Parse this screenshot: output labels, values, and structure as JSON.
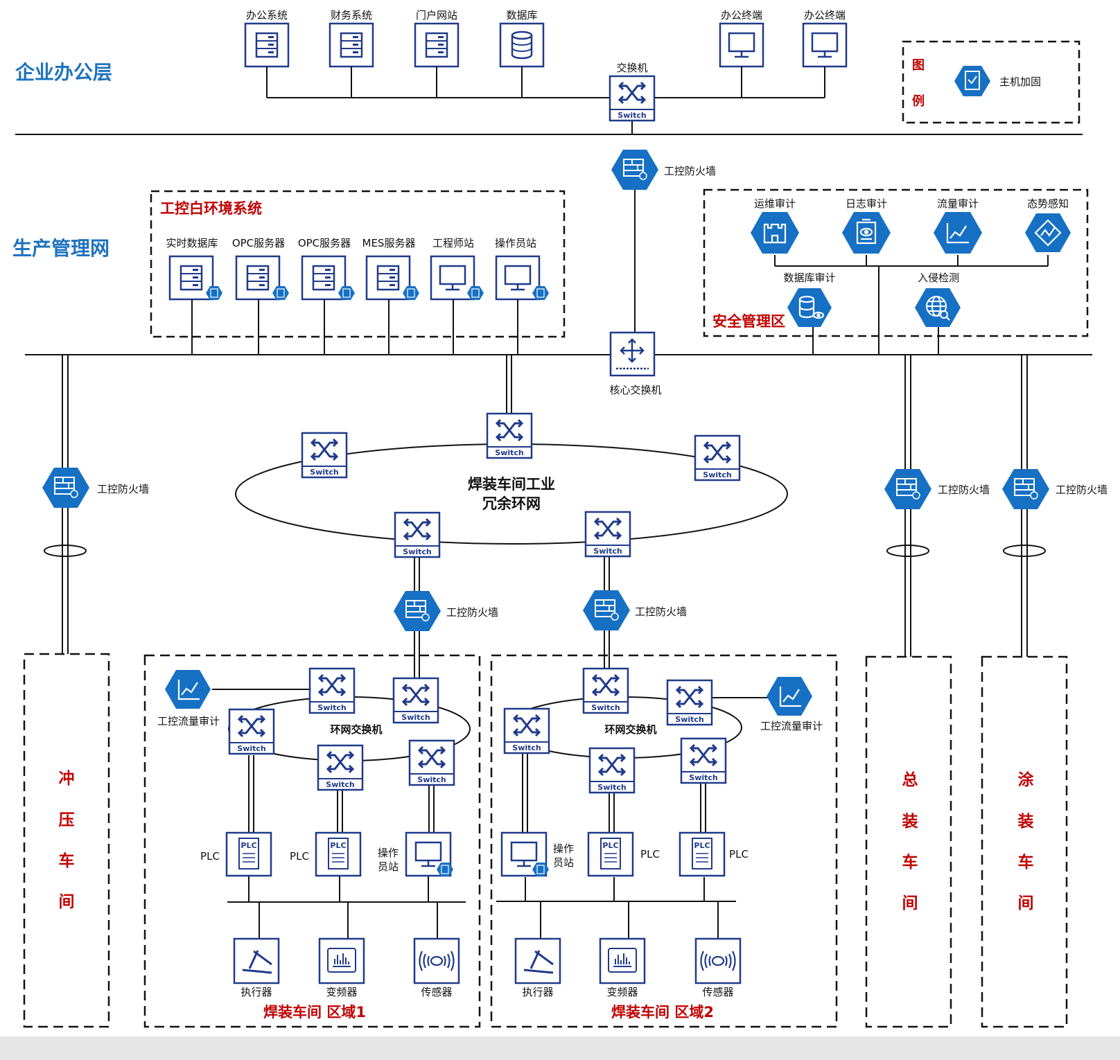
{
  "colors": {
    "navy": "#1f3a8a",
    "hex_blue": "#1670c4",
    "title_blue": "#1e73be",
    "red": "#c00000"
  },
  "layers": {
    "office": "企业办公层",
    "production": "生产管理网"
  },
  "legend": {
    "char1": "图",
    "char2": "例",
    "item": "主机加固",
    "icon": "host-hardening-icon"
  },
  "office": {
    "items": [
      {
        "label": "办公系统",
        "icon": "server-icon"
      },
      {
        "label": "财务系统",
        "icon": "server-icon"
      },
      {
        "label": "门户网站",
        "icon": "server-icon"
      },
      {
        "label": "数据库",
        "icon": "database-icon"
      },
      {
        "label": "办公终端",
        "icon": "monitor-icon"
      },
      {
        "label": "办公终端",
        "icon": "monitor-icon"
      }
    ],
    "switch_label": "交换机"
  },
  "switch_text": "Switch",
  "firewall_label": "工控防火墙",
  "plc_text": "PLC",
  "white_env": {
    "title": "工控白环境系统",
    "items": [
      {
        "label": "实时数据库",
        "icon": "server-icon"
      },
      {
        "label": "OPC服务器",
        "icon": "server-icon"
      },
      {
        "label": "OPC服务器",
        "icon": "server-icon"
      },
      {
        "label": "MES服务器",
        "icon": "server-icon"
      },
      {
        "label": "工程师站",
        "icon": "monitor-icon"
      },
      {
        "label": "操作员站",
        "icon": "monitor-icon"
      }
    ]
  },
  "security": {
    "title": "安全管理区",
    "items": [
      {
        "label": "运维审计",
        "icon": "castle-icon"
      },
      {
        "label": "日志审计",
        "icon": "log-icon"
      },
      {
        "label": "流量审计",
        "icon": "chart-icon"
      },
      {
        "label": "态势感知",
        "icon": "situation-icon"
      },
      {
        "label": "数据库审计",
        "icon": "database-eye-icon"
      },
      {
        "label": "入侵检测",
        "icon": "globe-search-icon"
      }
    ]
  },
  "core_switch_label": "核心交换机",
  "ring": {
    "line1": "焊装车间工业",
    "line2": "冗余环网"
  },
  "workshops": {
    "stamping": [
      "冲",
      "压",
      "车",
      "间"
    ],
    "assembly": [
      "总",
      "装",
      "车",
      "间"
    ],
    "painting": [
      "涂",
      "装",
      "车",
      "间"
    ]
  },
  "zone1": {
    "title": "焊装车间 区域1",
    "ring_label": "环网交换机",
    "traffic_label": "工控流量审计",
    "operator_label": [
      "操作",
      "员站"
    ],
    "field": [
      "执行器",
      "变频器",
      "传感器"
    ]
  },
  "zone2": {
    "title": "焊装车间 区域2",
    "ring_label": "环网交换机",
    "traffic_label": "工控流量审计",
    "operator_label": [
      "操作",
      "员站"
    ],
    "field": [
      "执行器",
      "变频器",
      "传感器"
    ]
  }
}
